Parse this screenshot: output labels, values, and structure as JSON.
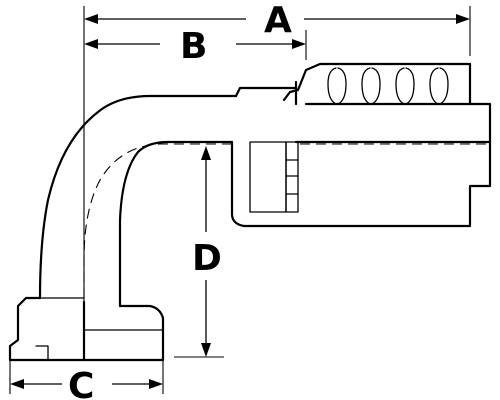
{
  "dimensions": {
    "a": "A",
    "b": "B",
    "c": "C",
    "d": "D"
  },
  "colors": {
    "line": "#000000",
    "background": "#ffffff"
  }
}
